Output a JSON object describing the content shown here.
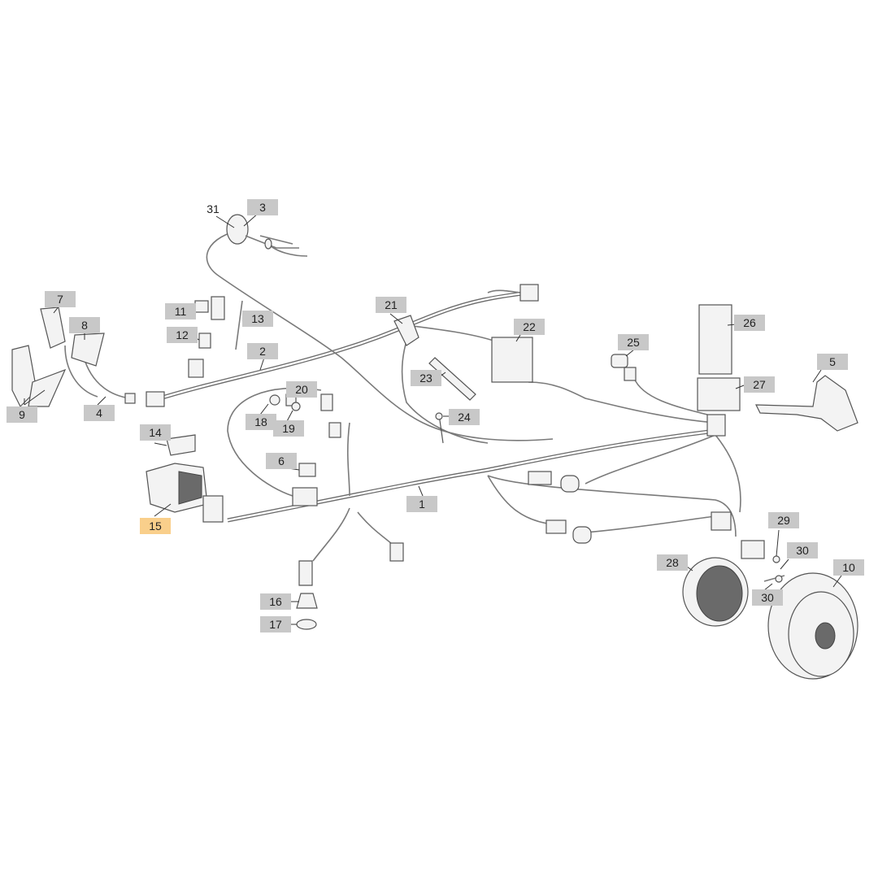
{
  "callouts": [
    {
      "id": "c1",
      "label": "1"
    },
    {
      "id": "c2",
      "label": "2"
    },
    {
      "id": "c3",
      "label": "3"
    },
    {
      "id": "c4",
      "label": "4"
    },
    {
      "id": "c5",
      "label": "5"
    },
    {
      "id": "c6",
      "label": "6"
    },
    {
      "id": "c7",
      "label": "7"
    },
    {
      "id": "c8",
      "label": "8"
    },
    {
      "id": "c9",
      "label": "9"
    },
    {
      "id": "c10",
      "label": "10"
    },
    {
      "id": "c11",
      "label": "11"
    },
    {
      "id": "c12",
      "label": "12"
    },
    {
      "id": "c13",
      "label": "13"
    },
    {
      "id": "c14",
      "label": "14"
    },
    {
      "id": "c15",
      "label": "15",
      "selected": true
    },
    {
      "id": "c16",
      "label": "16"
    },
    {
      "id": "c17",
      "label": "17"
    },
    {
      "id": "c18",
      "label": "18"
    },
    {
      "id": "c19",
      "label": "19"
    },
    {
      "id": "c20",
      "label": "20"
    },
    {
      "id": "c21",
      "label": "21"
    },
    {
      "id": "c22",
      "label": "22"
    },
    {
      "id": "c23",
      "label": "23"
    },
    {
      "id": "c24",
      "label": "24"
    },
    {
      "id": "c25",
      "label": "25"
    },
    {
      "id": "c26",
      "label": "26"
    },
    {
      "id": "c27",
      "label": "27"
    },
    {
      "id": "c28",
      "label": "28"
    },
    {
      "id": "c29",
      "label": "29"
    },
    {
      "id": "c30a",
      "label": "30"
    },
    {
      "id": "c30b",
      "label": "30"
    },
    {
      "id": "c31",
      "label": "31"
    }
  ],
  "colors": {
    "callout_bg": "#c8c8c8",
    "callout_selected_bg": "#f9cf8b",
    "line": "#6a6a6a"
  }
}
